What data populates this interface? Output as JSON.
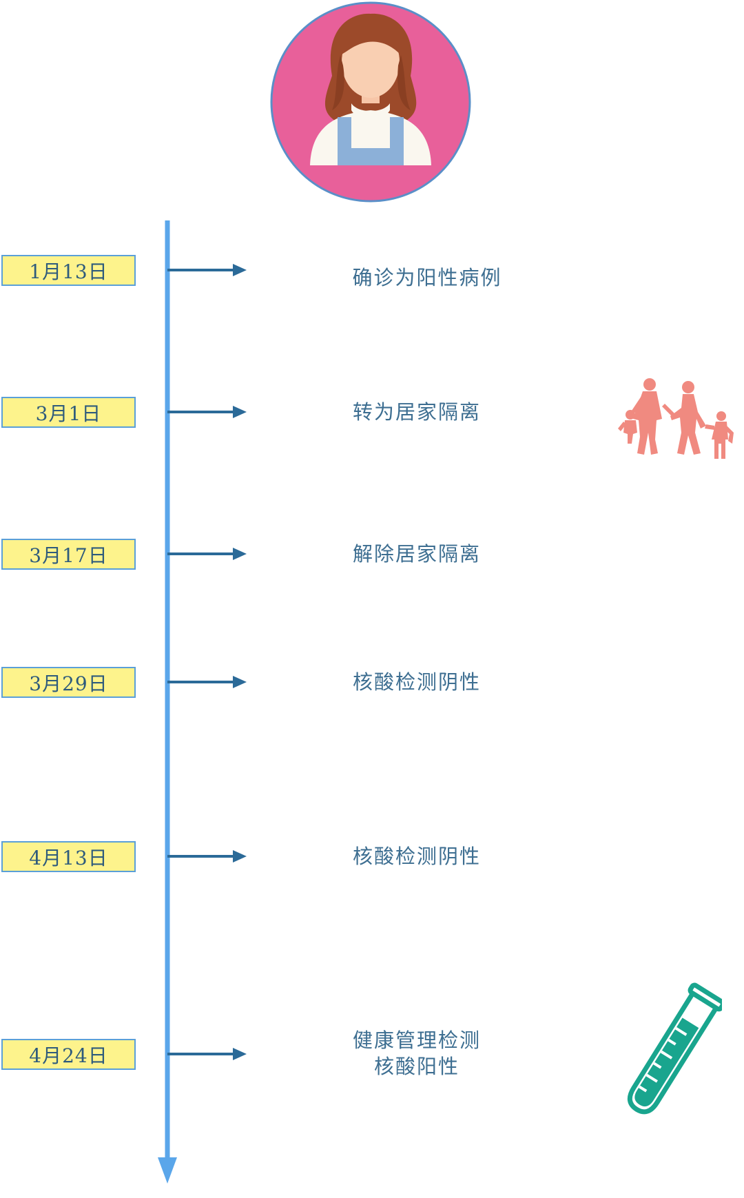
{
  "timeline": {
    "events": [
      {
        "date": "1月13日",
        "text": "确诊为阳性病例"
      },
      {
        "date": "3月1日",
        "text": "转为居家隔离"
      },
      {
        "date": "3月17日",
        "text": "解除居家隔离"
      },
      {
        "date": "3月29日",
        "text": "核酸检测阴性"
      },
      {
        "date": "4月13日",
        "text": "核酸检测阴性"
      },
      {
        "date": "4月24日",
        "text_line1": "健康管理检测",
        "text_line2": "核酸阳性"
      }
    ]
  },
  "colors": {
    "axis": "#5aa6ea",
    "arrow": "#2b6a98",
    "date_fill": "#fdf38c",
    "date_border": "#5a9fd8",
    "text": "#3d6e91",
    "avatar_bg": "#e8609a",
    "family": "#f08a80",
    "test_tube": "#19a58e"
  },
  "icons": [
    "woman-avatar-icon",
    "family-silhouette-icon",
    "test-tube-icon"
  ]
}
